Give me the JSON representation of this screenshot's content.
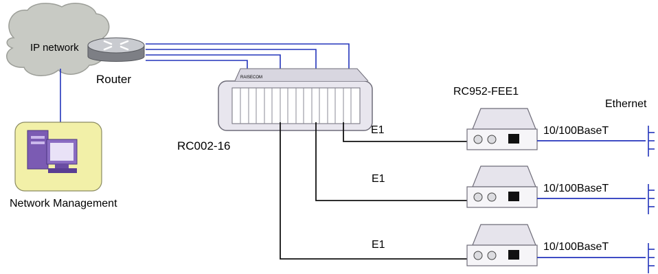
{
  "nodes": {
    "cloud": {
      "label": "IP network"
    },
    "router": {
      "label": "Router"
    },
    "nms": {
      "label": "Network Management"
    },
    "rc002": {
      "label": "RC002-16"
    },
    "rc952": {
      "label": "RC952-FEE1"
    },
    "ethernet": {
      "label": "Ethernet"
    }
  },
  "links": {
    "e1_top": "E1",
    "e1_mid": "E1",
    "e1_bot": "E1",
    "lan_top": "10/100BaseT",
    "lan_mid": "10/100BaseT",
    "lan_bot": "10/100BaseT"
  },
  "colors": {
    "ip_link": "#2233bb",
    "e1_link": "#111111",
    "cloud_fill": "#c8cac4",
    "monitor_bg": "#f2f0a8",
    "pc_color": "#7b5bb3",
    "chassis": "#e8e6ee",
    "slot_fill": "#ffffff",
    "ethernet": "#2233bb"
  }
}
